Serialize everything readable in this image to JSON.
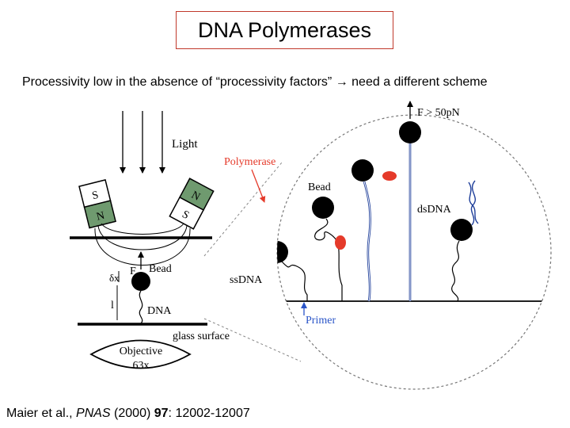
{
  "slide": {
    "title": "DNA Polymerases",
    "subtitle": "Processivity low in the absence of “processivity factors” → need a different  scheme",
    "citation": {
      "authors": "Maier et al., ",
      "journal": "PNAS",
      "year": " (2000) ",
      "volume": "97",
      "pages": ": 12002-12007"
    }
  },
  "diagram_left": {
    "light_label": "Light",
    "magnet_left_top": "S",
    "magnet_left_bottom": "N",
    "magnet_right_top": "N",
    "magnet_right_bottom": "S",
    "bead_label": "Bead",
    "force_label": "F",
    "dx_label": "δx",
    "length_label": "l",
    "dna_label": "DNA",
    "surface_label": "glass surface",
    "objective_line1": "Objective",
    "objective_line2": "63x"
  },
  "diagram_right": {
    "force_label": "F > 50pN",
    "polymerase_label": "Polymerase",
    "bead_label": "Bead",
    "dsdna_label": "dsDNA",
    "ssdna_label": "ssDNA",
    "primer_label": "Primer"
  },
  "colors": {
    "title_border": "#c0392b",
    "polymerase": "#e53a2a",
    "primer_arrow": "#2a55c8",
    "dna_blue": "#1f3f9a",
    "magnet_fill": "#6f9a6f"
  }
}
